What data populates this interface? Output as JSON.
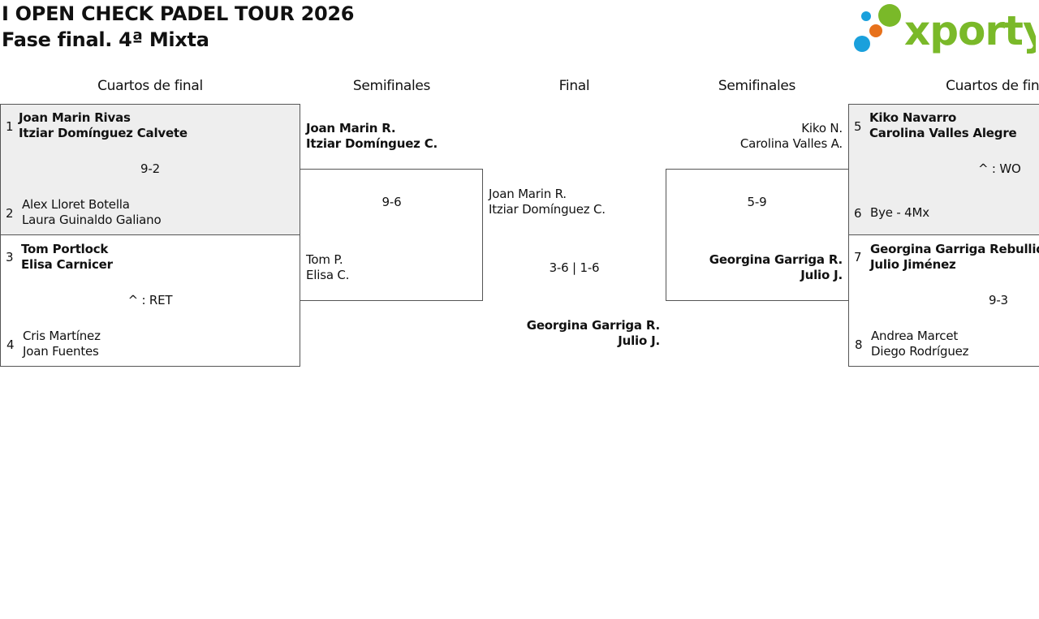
{
  "header": {
    "title": "I OPEN CHECK PADEL TOUR 2026",
    "subtitle": "Fase final. 4ª Mixta",
    "logo_text": "xporty",
    "colors": {
      "logo_green": "#7ab929",
      "logo_blue": "#1aa0dc",
      "logo_orange": "#e7711b"
    }
  },
  "columns": {
    "quarterfinals_left": "Cuartos de final",
    "semifinals_left": "Semifinales",
    "final": "Final",
    "semifinals_right": "Semifinales",
    "quarterfinals_right": "Cuartos de final"
  },
  "quarterfinals_left": [
    {
      "team1": {
        "seed": "1",
        "p1": "Joan Marin Rivas",
        "p2": "Itziar Domínguez Calvete"
      },
      "score": "9-2",
      "team2": {
        "seed": "2",
        "p1": "Alex Lloret Botella",
        "p2": "Laura Guinaldo Galiano"
      }
    },
    {
      "team1": {
        "seed": "3",
        "p1": "Tom Portlock",
        "p2": "Elisa Carnicer"
      },
      "score": "^ : RET",
      "team2": {
        "seed": "4",
        "p1": "Cris Martínez",
        "p2": "Joan Fuentes"
      }
    }
  ],
  "semifinal_left": {
    "team1": {
      "p1": "Joan Marin R.",
      "p2": "Itziar Domínguez C."
    },
    "score": "9-6",
    "team2": {
      "p1": "Tom P.",
      "p2": "Elisa C."
    }
  },
  "final": {
    "team1": {
      "p1": "Joan Marin R.",
      "p2": "Itziar Domínguez C."
    },
    "score": "3-6 | 1-6",
    "team2": {
      "p1": "Georgina Garriga R.",
      "p2": "Julio J."
    }
  },
  "semifinal_right": {
    "team1": {
      "p1": "Kiko N.",
      "p2": "Carolina Valles A."
    },
    "score": "5-9",
    "team2": {
      "p1": "Georgina Garriga R.",
      "p2": "Julio J."
    }
  },
  "quarterfinals_right": [
    {
      "team1": {
        "seed": "5",
        "p1": "Kiko Navarro",
        "p2": "Carolina Valles Alegre"
      },
      "score": "^ : WO",
      "team2": {
        "seed": "6",
        "p1": "Bye - 4Mx"
      }
    },
    {
      "team1": {
        "seed": "7",
        "p1": "Georgina Garriga Rebullida",
        "p2": "Julio Jiménez"
      },
      "score": "9-3",
      "team2": {
        "seed": "8",
        "p1": "Andrea Marcet",
        "p2": "Diego Rodríguez"
      }
    }
  ]
}
